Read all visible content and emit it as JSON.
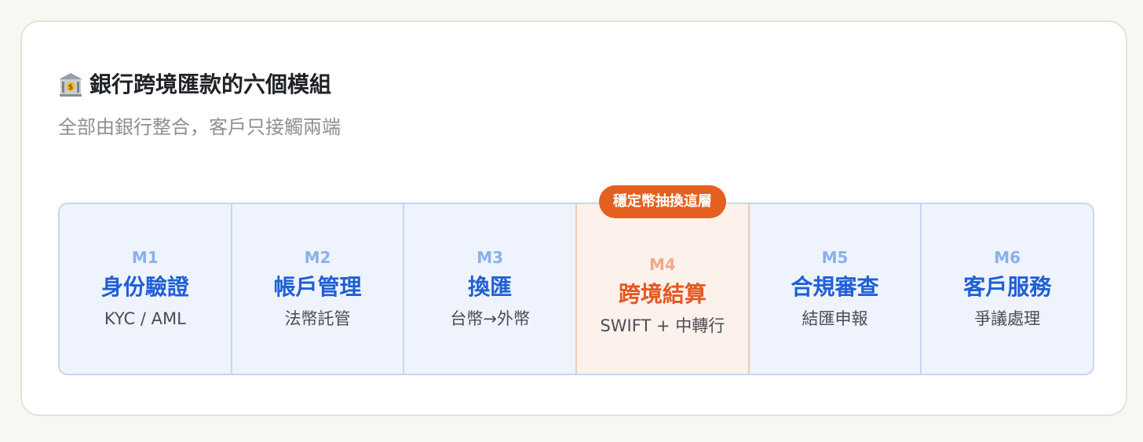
{
  "header": {
    "icon": "bank-icon",
    "title": "銀行跨境匯款的六個模組",
    "subtitle": "全部由銀行整合，客戶只接觸兩端"
  },
  "colors": {
    "module_bg": "#eef3fd",
    "module_border": "#c3d8f3",
    "module_name": "#1f5fd6",
    "module_code": "#8bb1ea",
    "highlight_bg": "#fdf1ec",
    "highlight_name": "#e4581f",
    "highlight_code": "#f2a98a",
    "badge_bg": "#e5601f"
  },
  "modules": [
    {
      "code": "M1",
      "name": "身份驗證",
      "sub": "KYC / AML",
      "highlighted": false
    },
    {
      "code": "M2",
      "name": "帳戶管理",
      "sub": "法幣託管",
      "highlighted": false
    },
    {
      "code": "M3",
      "name": "換匯",
      "sub": "台幣→外幣",
      "highlighted": false
    },
    {
      "code": "M4",
      "name": "跨境結算",
      "sub": "SWIFT + 中轉行",
      "highlighted": true,
      "badge": "穩定幣抽換這層"
    },
    {
      "code": "M5",
      "name": "合規審查",
      "sub": "結匯申報",
      "highlighted": false
    },
    {
      "code": "M6",
      "name": "客戶服務",
      "sub": "爭議處理",
      "highlighted": false
    }
  ]
}
